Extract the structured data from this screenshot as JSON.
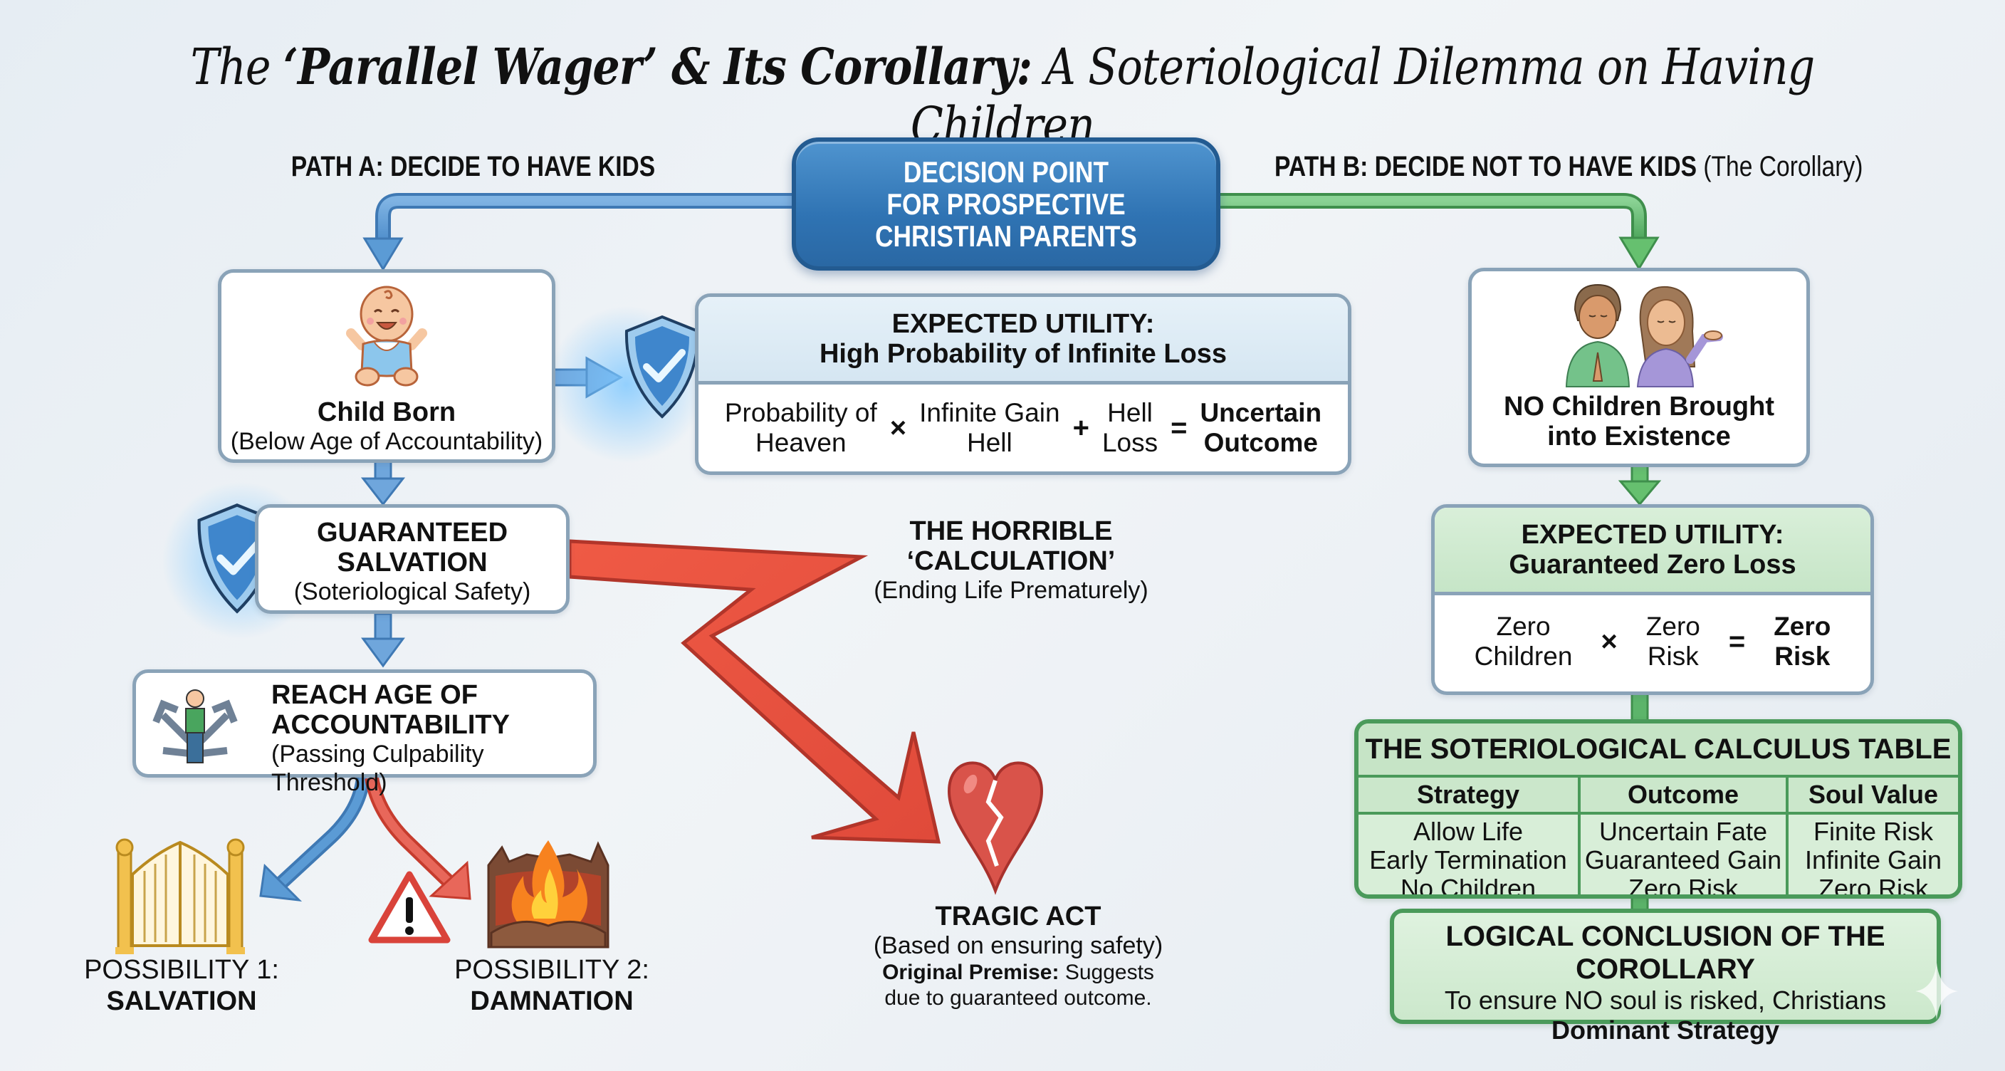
{
  "title": {
    "prefix": "The ",
    "bold": "‘Parallel Wager’ & Its Corollary:",
    "suffix": " A Soteriological Dilemma on Having Children"
  },
  "decision": {
    "line1": "DECISION POINT",
    "line2": "FOR PROSPECTIVE",
    "line3": "CHRISTIAN PARENTS"
  },
  "path_a": {
    "label": "PATH A: DECIDE TO HAVE KIDS"
  },
  "path_b": {
    "label": "PATH B: DECIDE NOT TO HAVE KIDS",
    "suffix": " (The Corollary)"
  },
  "child_born": {
    "heading": "Child Born",
    "sub": "(Below Age of Accountability)",
    "icon": "baby-icon"
  },
  "expected_utility_a": {
    "heading": "EXPECTED UTILITY:",
    "subheading": "High Probability of Infinite Loss",
    "terms": [
      {
        "line1": "Probability of",
        "line2": "Heaven"
      },
      {
        "line1": "Infinite Gain",
        "line2": "Hell"
      },
      {
        "line1": "Hell",
        "line2": "Loss"
      }
    ],
    "operators": [
      "×",
      "+",
      "="
    ],
    "result": {
      "line1": "Uncertain",
      "line2": "Outcome"
    },
    "icon": "shield-check-icon"
  },
  "guaranteed_salvation": {
    "line1": "GUARANTEED",
    "line2": "SALVATION",
    "sub": "(Soteriological Safety)",
    "icon": "shield-check-icon"
  },
  "accountability": {
    "line1": "REACH AGE OF",
    "line2": "ACCOUNTABILITY",
    "sub": "(Passing Culpability Threshold)",
    "icon": "crossroads-person-icon"
  },
  "horrible_calc": {
    "line1": "THE HORRIBLE",
    "line2": "‘CALCULATION’",
    "sub": "(Ending Life Prematurely)"
  },
  "tragic_act": {
    "heading": "TRAGIC ACT",
    "sub": "(Based on ensuring safety)",
    "premise_bold": "Original Premise:",
    "premise_rest": " Suggests",
    "premise_line2": "due to guaranteed outcome.",
    "icon": "broken-heart-icon"
  },
  "possibility_1": {
    "line1": "POSSIBILITY 1:",
    "line2": "SALVATION",
    "icon": "golden-gate-icon"
  },
  "possibility_2": {
    "line1": "POSSIBILITY 2:",
    "line2": "DAMNATION",
    "icon": "fire-pit-icon",
    "warning_icon": "warning-icon"
  },
  "no_children": {
    "line1": "NO Children Brought",
    "line2": "into Existence",
    "icon": "praying-couple-icon"
  },
  "expected_utility_b": {
    "heading": "EXPECTED UTILITY:",
    "subheading": "Guaranteed Zero Loss",
    "terms": [
      {
        "line1": "Zero",
        "line2": "Children"
      },
      {
        "line1": "Zero",
        "line2": "Risk"
      }
    ],
    "operators": [
      "×",
      "="
    ],
    "result": {
      "line1": "Zero",
      "line2": "Risk"
    }
  },
  "calculus_table": {
    "title": "THE SOTERIOLOGICAL CALCULUS TABLE",
    "headers": [
      "Strategy",
      "Outcome",
      "Soul Value"
    ],
    "rows": [
      [
        "Allow Life",
        "Uncertain Fate",
        "Finite Risk"
      ],
      [
        "Early Termination",
        "Guaranteed Gain",
        "Infinite Gain"
      ],
      [
        "No Children",
        "Zero Risk",
        "Zero Risk"
      ]
    ]
  },
  "conclusion": {
    "heading": "LOGICAL CONCLUSION OF THE COROLLARY",
    "line1": "To ensure NO soul is risked, Christians",
    "line2": "Dominant Strategy"
  },
  "colors": {
    "path_a_blue": "#5b9bd5",
    "path_b_green": "#5cb46a",
    "danger_red": "#e8523f",
    "decision_blue": "#2f73b3"
  }
}
